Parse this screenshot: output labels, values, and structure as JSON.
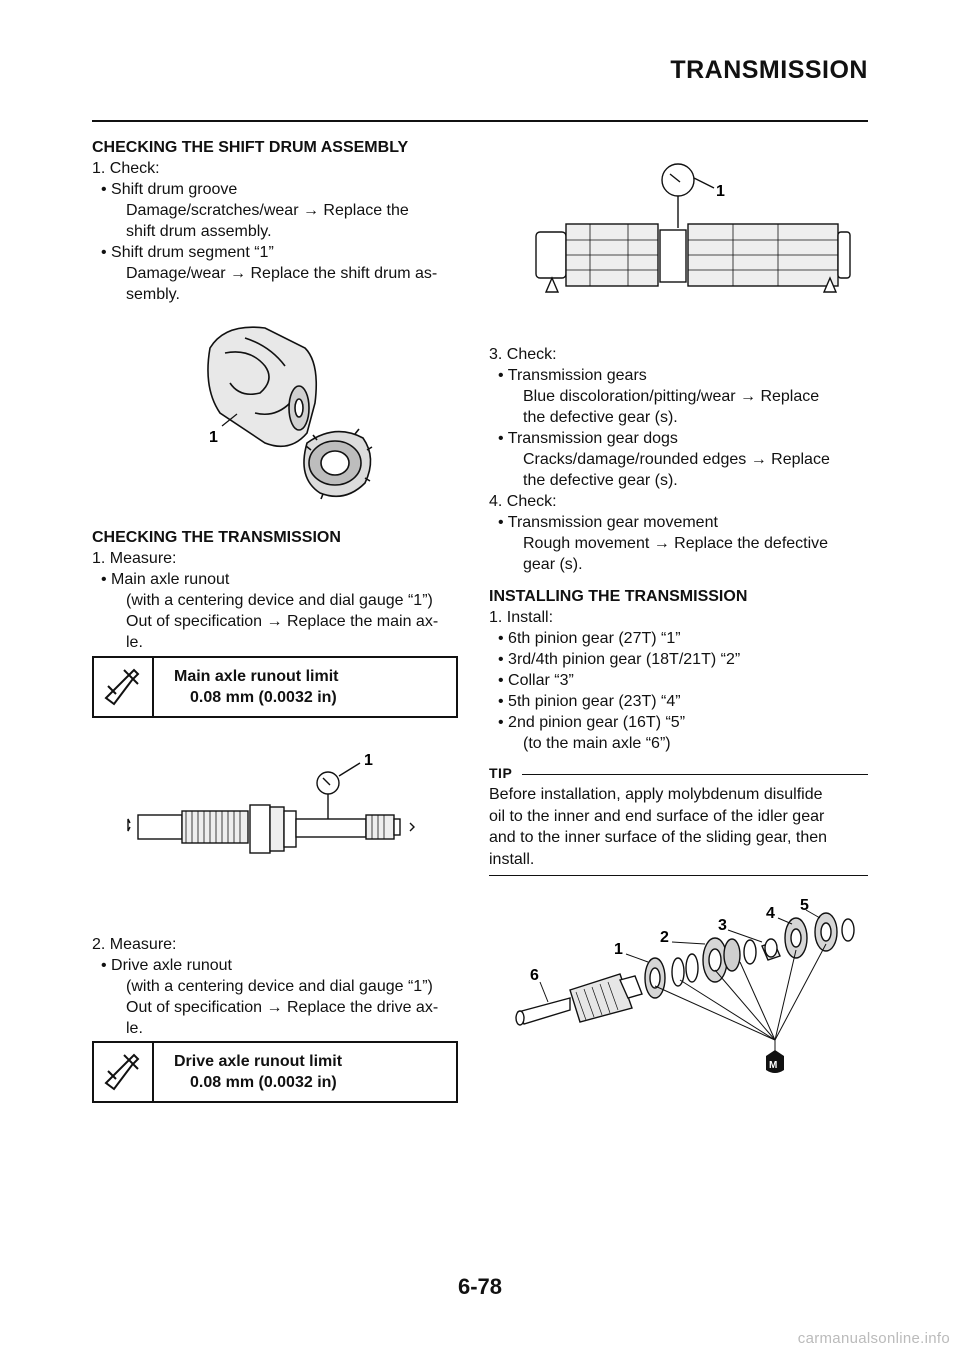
{
  "header": {
    "title": "TRANSMISSION"
  },
  "left": {
    "section1_title": "CHECKING THE SHIFT DRUM ASSEMBLY",
    "s1_step1": "1.  Check:",
    "s1_b1": "• Shift drum groove",
    "s1_b1_l1": "Damage/scratches/wear → Replace the",
    "s1_b1_l2": "shift drum assembly.",
    "s1_b2": "• Shift drum segment “1”",
    "s1_b2_l1": "Damage/wear → Replace the shift drum as-",
    "s1_b2_l2": "sembly.",
    "fig1_label": "1",
    "section2_title": "CHECKING THE TRANSMISSION",
    "s2_step1": "1.  Measure:",
    "s2_b1": "• Main axle runout",
    "s2_b1_l1": "(with a centering device and dial gauge “1”)",
    "s2_b1_l2": "Out of specification → Replace the main ax-",
    "s2_b1_l3": "le.",
    "spec1_title": "Main axle runout limit",
    "spec1_value": "0.08 mm (0.0032 in)",
    "fig2_label": "1",
    "s2_step2": "2.  Measure:",
    "s2_b2": "• Drive axle runout",
    "s2_b2_l1": "(with a centering device and dial gauge “1”)",
    "s2_b2_l2": "Out of specification → Replace the drive ax-",
    "s2_b2_l3": "le.",
    "spec2_title": "Drive axle runout limit",
    "spec2_value": "0.08 mm (0.0032 in)"
  },
  "right": {
    "fig3_label": "1",
    "s2_step3": "3.  Check:",
    "s2_b3": "• Transmission gears",
    "s2_b3_l1": "Blue discoloration/pitting/wear → Replace",
    "s2_b3_l2": "the defective gear (s).",
    "s2_b4": "• Transmission gear dogs",
    "s2_b4_l1": "Cracks/damage/rounded edges → Replace",
    "s2_b4_l2": "the defective gear (s).",
    "s2_step4": "4.  Check:",
    "s2_b5": "• Transmission gear movement",
    "s2_b5_l1": "Rough movement → Replace the defective",
    "s2_b5_l2": "gear (s).",
    "section3_title": "INSTALLING THE TRANSMISSION",
    "s3_step1": "1.  Install:",
    "s3_b1": "• 6th pinion gear (27T) “1”",
    "s3_b2": "• 3rd/4th pinion gear (18T/21T) “2”",
    "s3_b3": "• Collar “3”",
    "s3_b4": "• 5th pinion gear (23T) “4”",
    "s3_b5": "• 2nd pinion gear (16T) “5”",
    "s3_b5_l1": "(to the main axle “6”)",
    "tip_label": "TIP",
    "tip_l1": "Before installation, apply molybdenum disulfide",
    "tip_l2": "oil to the inner and end surface of the idler gear",
    "tip_l3": "and to the inner surface of the sliding gear, then",
    "tip_l4": "install.",
    "fig4_labels": [
      "1",
      "2",
      "3",
      "4",
      "5",
      "6"
    ],
    "fig4_m": "M"
  },
  "footer": {
    "page": "6-78",
    "watermark": "carmanualsonline.info"
  }
}
